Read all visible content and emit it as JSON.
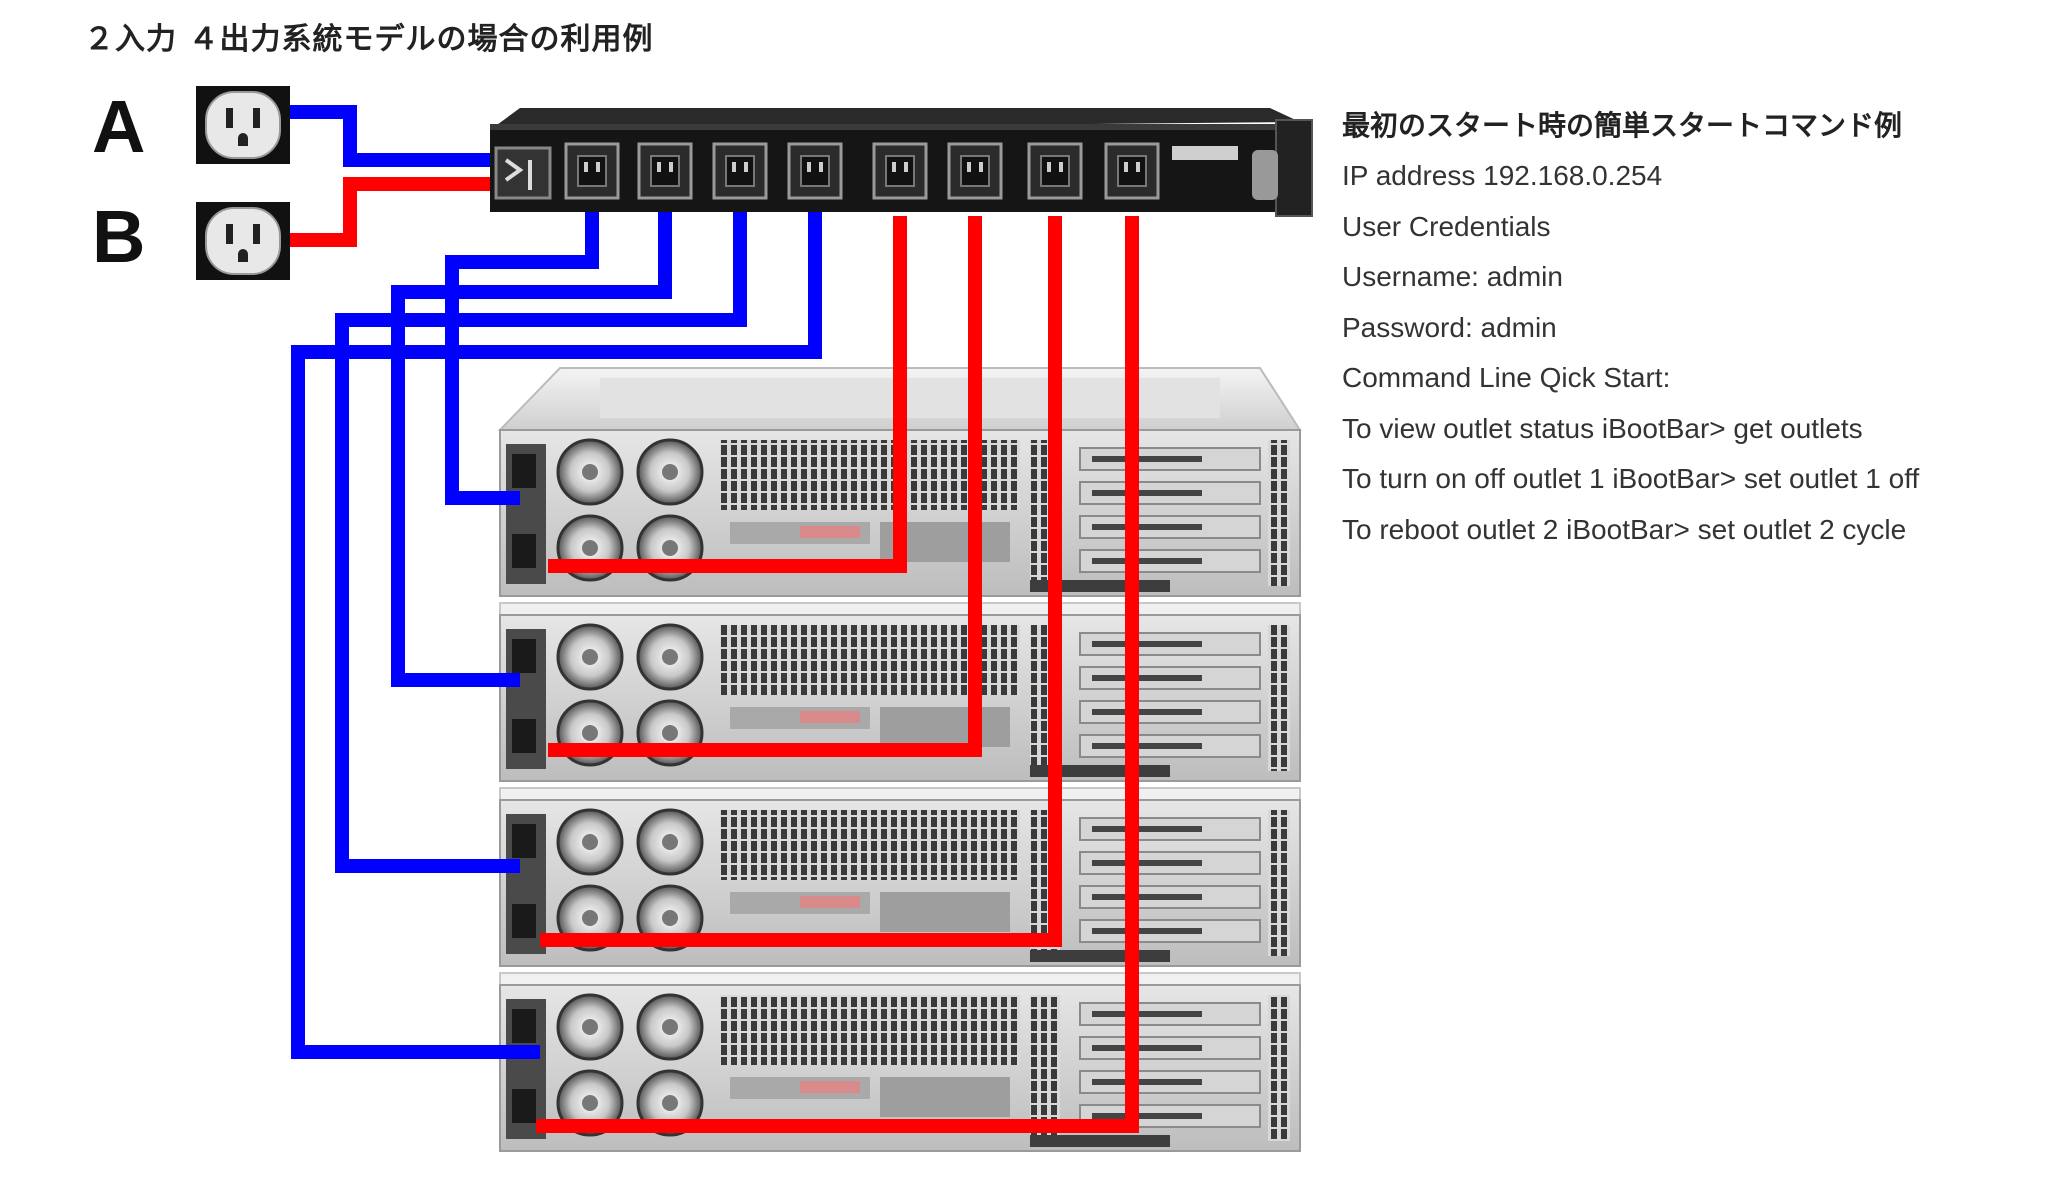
{
  "page_title": "２入力 ４出力系統モデルの場合の利用例",
  "sources": [
    {
      "label": "A",
      "icon": "power-outlet-icon",
      "cable_color": "#0000ff"
    },
    {
      "label": "B",
      "icon": "power-outlet-icon",
      "cable_color": "#ff0000"
    }
  ],
  "pdu": {
    "icon": "rack-pdu-icon",
    "outlet_count": 8
  },
  "servers": [
    {
      "icon": "rack-server-icon"
    },
    {
      "icon": "rack-server-icon"
    },
    {
      "icon": "rack-server-icon"
    },
    {
      "icon": "rack-server-icon"
    }
  ],
  "colors": {
    "cable_a": "#0000ff",
    "cable_b": "#ff0000"
  },
  "info": {
    "title": "最初のスタート時の簡単スタートコマンド例",
    "lines": [
      "IP address 192.168.0.254",
      "User Credentials",
      "Username: admin",
      "Password: admin",
      "Command Line Qick Start:",
      "To view outlet status iBootBar> get outlets",
      "To turn on off outlet 1 iBootBar> set outlet 1 off",
      "To reboot outlet 2 iBootBar> set outlet 2 cycle"
    ]
  }
}
